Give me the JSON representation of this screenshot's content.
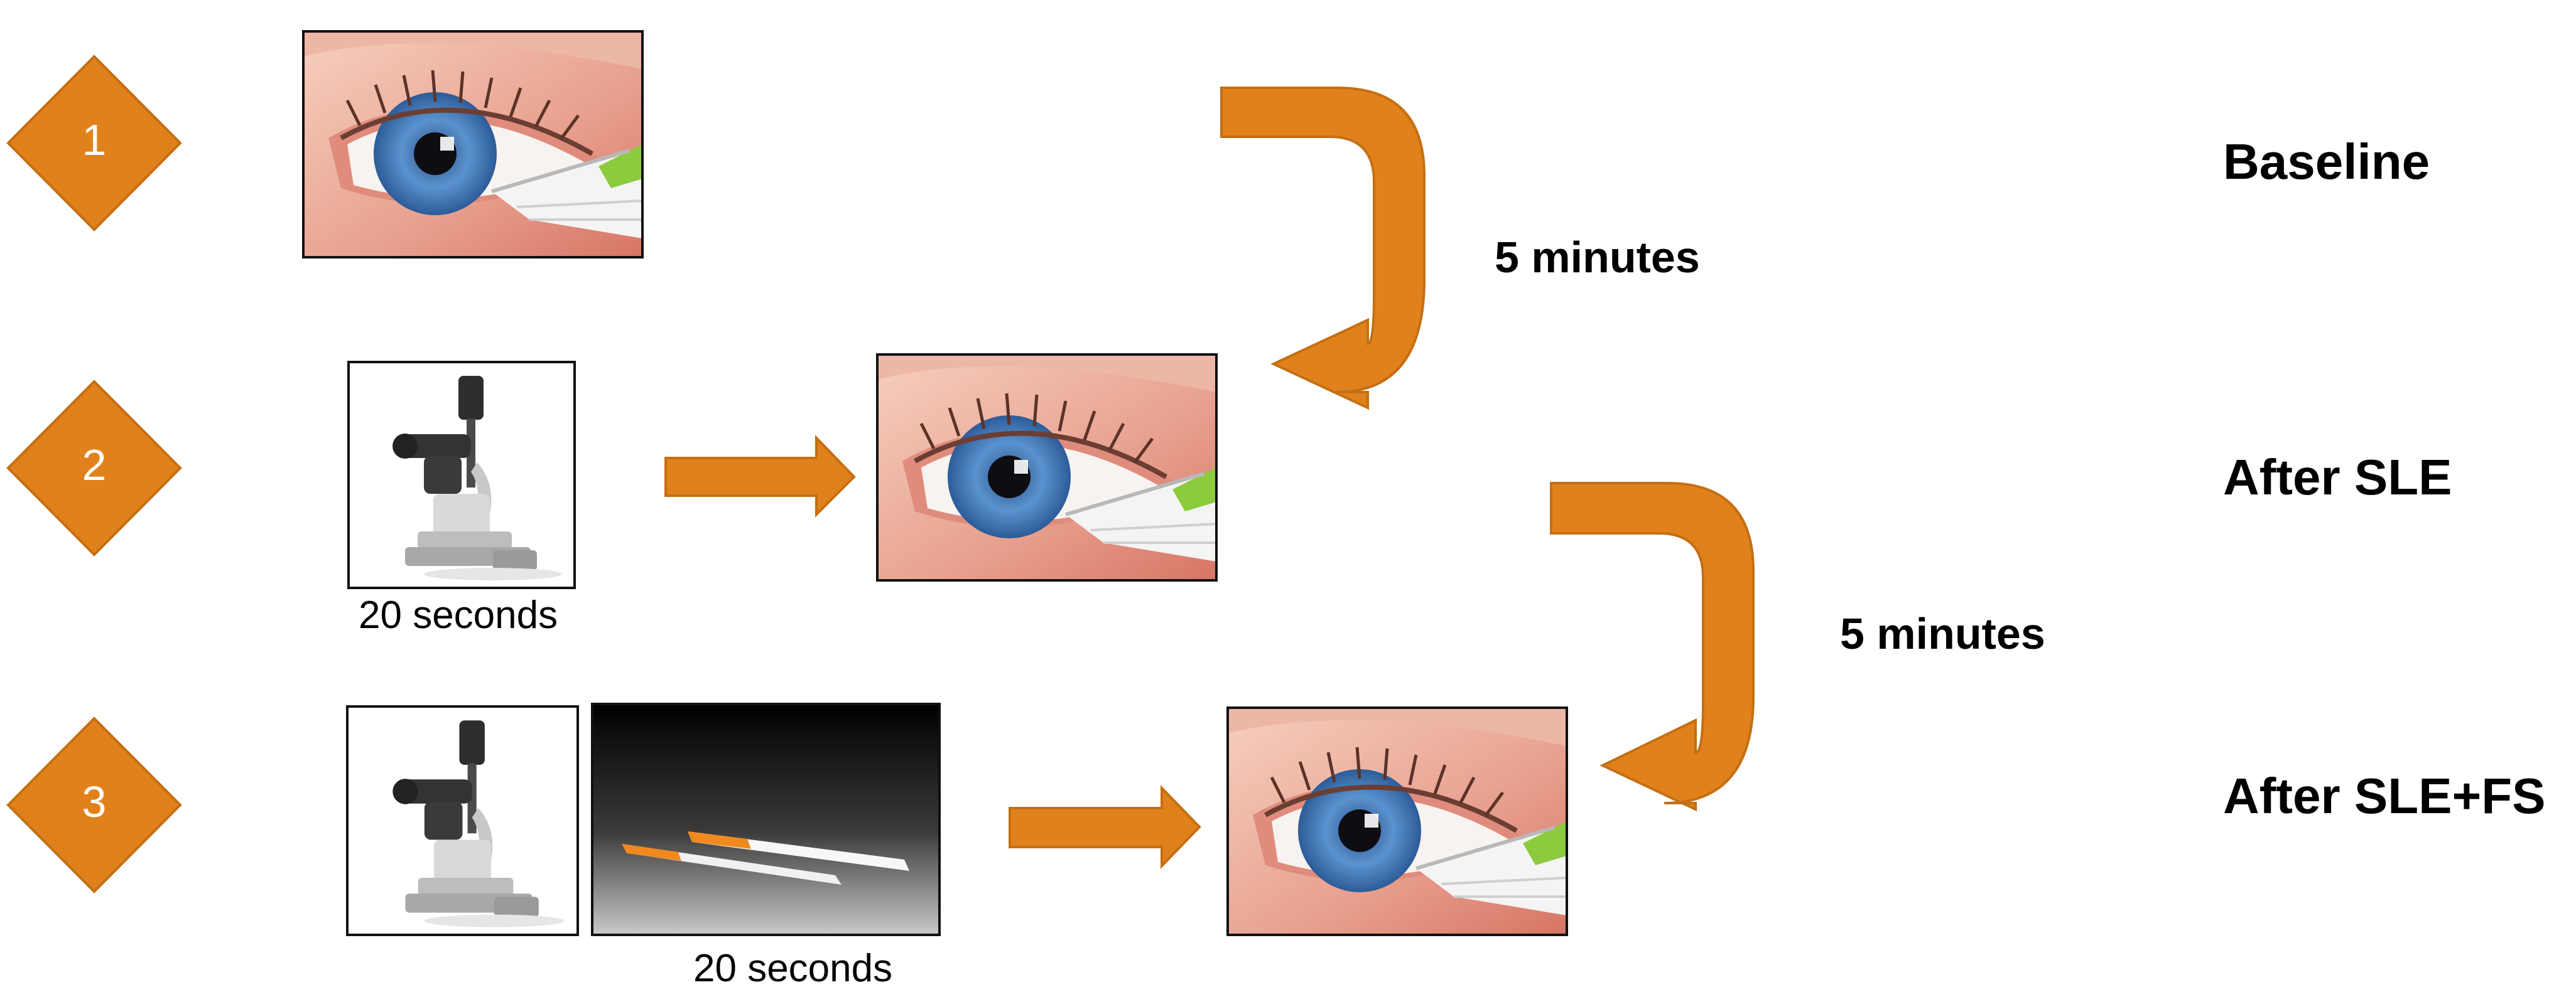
{
  "colors": {
    "accent": "#E1811B",
    "accent_stroke": "#C46F12",
    "frame": "#111111",
    "skin_light": "#F2C2B0",
    "skin_dark": "#D97E6E",
    "iris": "#4B82C0",
    "strip_tip": "#F08A1E"
  },
  "steps": [
    {
      "number": "1",
      "label": "Baseline"
    },
    {
      "number": "2",
      "label": "After SLE"
    },
    {
      "number": "3",
      "label": "After SLE+FS"
    }
  ],
  "intervals": [
    {
      "text": "5 minutes"
    },
    {
      "text": "5 minutes"
    }
  ],
  "captions": [
    {
      "text": "20 seconds"
    },
    {
      "text": "20 seconds"
    }
  ],
  "icons": {
    "eye_photo": "eye-with-schirmer-strip-photo",
    "slit_lamp": "slit-lamp-microscope-photo",
    "strips": "fluorescein-strips-photo"
  }
}
